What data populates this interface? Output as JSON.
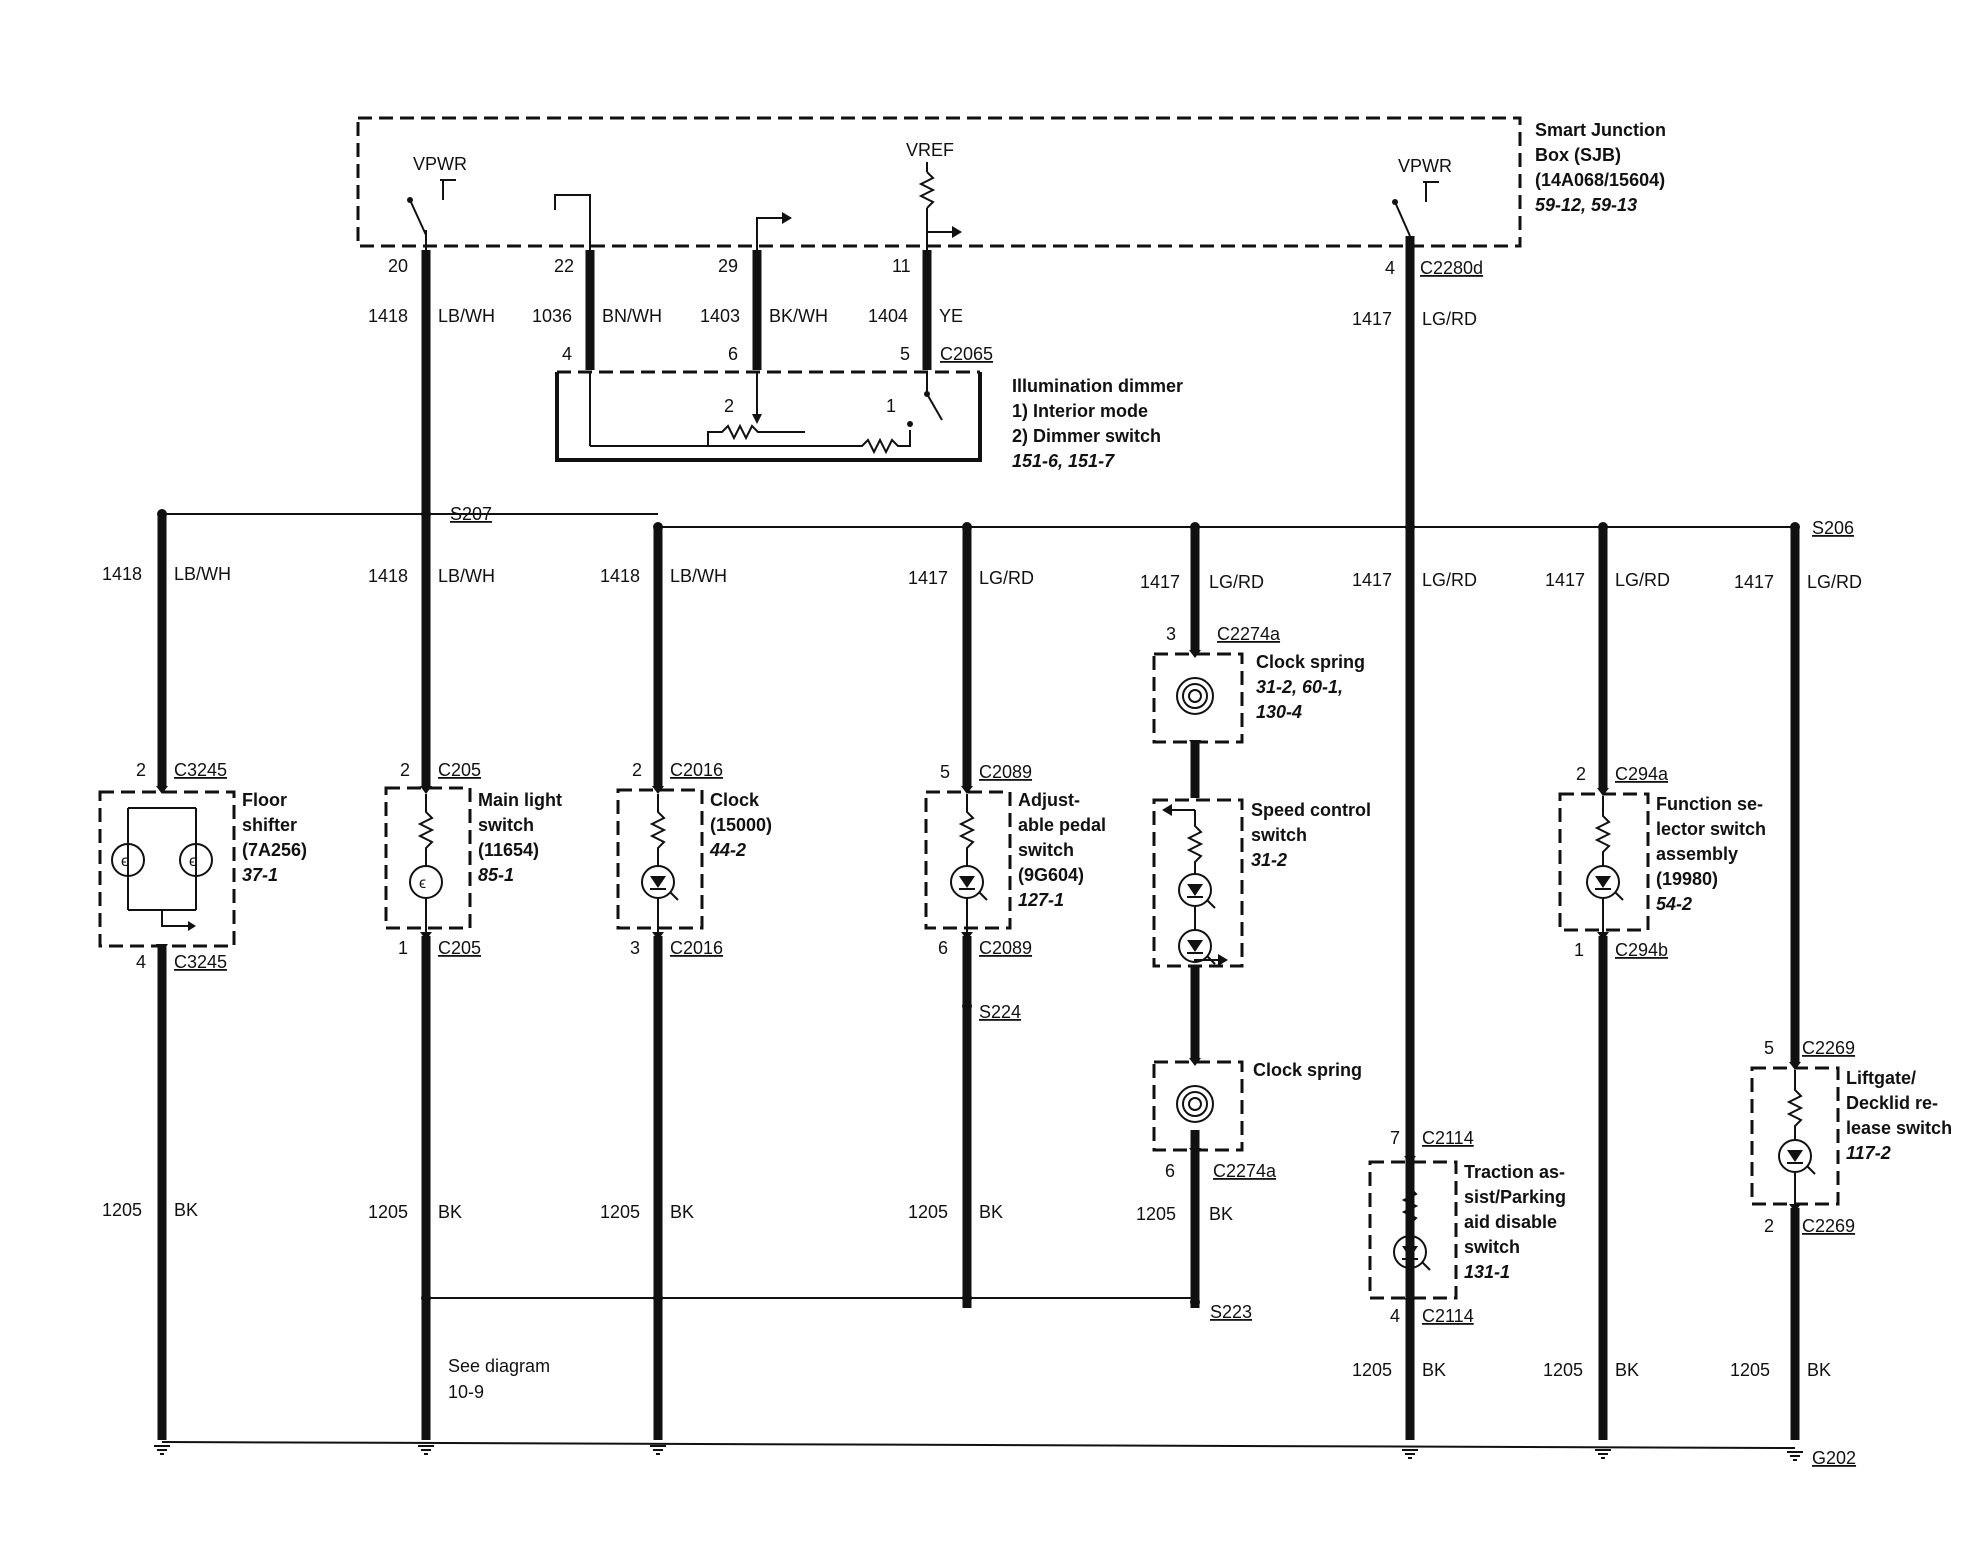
{
  "sjb": {
    "title": [
      "Smart Junction",
      "Box (SJB)",
      "(14A068/15604)"
    ],
    "ref": "59-12, 59-13",
    "vpwr_left": "VPWR",
    "vref": "VREF",
    "vpwr_right": "VPWR",
    "pins": [
      "20",
      "22",
      "29",
      "11",
      "4"
    ],
    "connector": "C2280d"
  },
  "top_wires": [
    {
      "circuit": "1418",
      "color": "LB/WH"
    },
    {
      "circuit": "1036",
      "color": "BN/WH"
    },
    {
      "circuit": "1403",
      "color": "BK/WH"
    },
    {
      "circuit": "1404",
      "color": "YE"
    },
    {
      "circuit": "1417",
      "color": "LG/RD"
    }
  ],
  "dimmer": {
    "pins": [
      "4",
      "6",
      "5"
    ],
    "connector": "C2065",
    "title": "Illumination dimmer",
    "line1": "1)   Interior mode",
    "line2": "2)   Dimmer switch",
    "ref": "151-6, 151-7",
    "pos1": "1",
    "pos2": "2"
  },
  "splices": {
    "s207": "S207",
    "s206": "S206",
    "s224": "S224",
    "s223": "S223",
    "g202": "G202"
  },
  "columns": [
    {
      "circuit": "1418",
      "color": "LB/WH",
      "top_pin": "2",
      "top_conn": "C3245",
      "name": [
        "Floor",
        "shifter",
        "(7A256)"
      ],
      "ref": "37-1",
      "bot_pin": "4",
      "bot_conn": "C3245",
      "gnd_circuit": "1205",
      "gnd_color": "BK"
    },
    {
      "circuit": "1418",
      "color": "LB/WH",
      "top_pin": "2",
      "top_conn": "C205",
      "name": [
        "Main light",
        "switch",
        "(11654)"
      ],
      "ref": "85-1",
      "bot_pin": "1",
      "bot_conn": "C205",
      "gnd_circuit": "1205",
      "gnd_color": "BK"
    },
    {
      "circuit": "1418",
      "color": "LB/WH",
      "top_pin": "2",
      "top_conn": "C2016",
      "name": [
        "Clock",
        "(15000)"
      ],
      "ref": "44-2",
      "bot_pin": "3",
      "bot_conn": "C2016",
      "gnd_circuit": "1205",
      "gnd_color": "BK"
    },
    {
      "circuit": "1417",
      "color": "LG/RD",
      "top_pin": "5",
      "top_conn": "C2089",
      "name": [
        "Adjust-",
        "able pedal",
        "switch",
        "(9G604)"
      ],
      "ref": "127-1",
      "bot_pin": "6",
      "bot_conn": "C2089",
      "gnd_circuit": "1205",
      "gnd_color": "BK"
    },
    {
      "circuit": "1417",
      "color": "LG/RD",
      "top_pin": "3",
      "top_conn": "C2274a",
      "name": [
        "Clock spring"
      ],
      "ref_lines": [
        "31-2, 60-1,",
        "130-4"
      ],
      "speed": [
        "Speed control",
        "switch"
      ],
      "speed_ref": "31-2",
      "clock2": "Clock spring",
      "bot_pin": "6",
      "bot_conn": "C2274a",
      "gnd_circuit": "1205",
      "gnd_color": "BK"
    },
    {
      "circuit": "1417",
      "color": "LG/RD",
      "top_pin": "7",
      "top_conn": "C2114",
      "name": [
        "Traction as-",
        "sist/Parking",
        "aid disable",
        "switch"
      ],
      "ref": "131-1",
      "bot_pin": "4",
      "bot_conn": "C2114",
      "gnd_circuit": "1205",
      "gnd_color": "BK"
    },
    {
      "circuit": "1417",
      "color": "LG/RD",
      "top_pin": "2",
      "top_conn": "C294a",
      "name": [
        "Function se-",
        "lector switch",
        "assembly",
        "(19980)"
      ],
      "ref": "54-2",
      "bot_pin": "1",
      "bot_conn": "C294b",
      "gnd_circuit": "1205",
      "gnd_color": "BK"
    },
    {
      "circuit": "1417",
      "color": "LG/RD",
      "top_pin": "5",
      "top_conn": "C2269",
      "name": [
        "Liftgate/",
        "Decklid re-",
        "lease switch"
      ],
      "ref": "117-2",
      "bot_pin": "2",
      "bot_conn": "C2269",
      "gnd_circuit": "1205",
      "gnd_color": "BK"
    }
  ],
  "see_diagram": [
    "See diagram",
    "10-9"
  ]
}
